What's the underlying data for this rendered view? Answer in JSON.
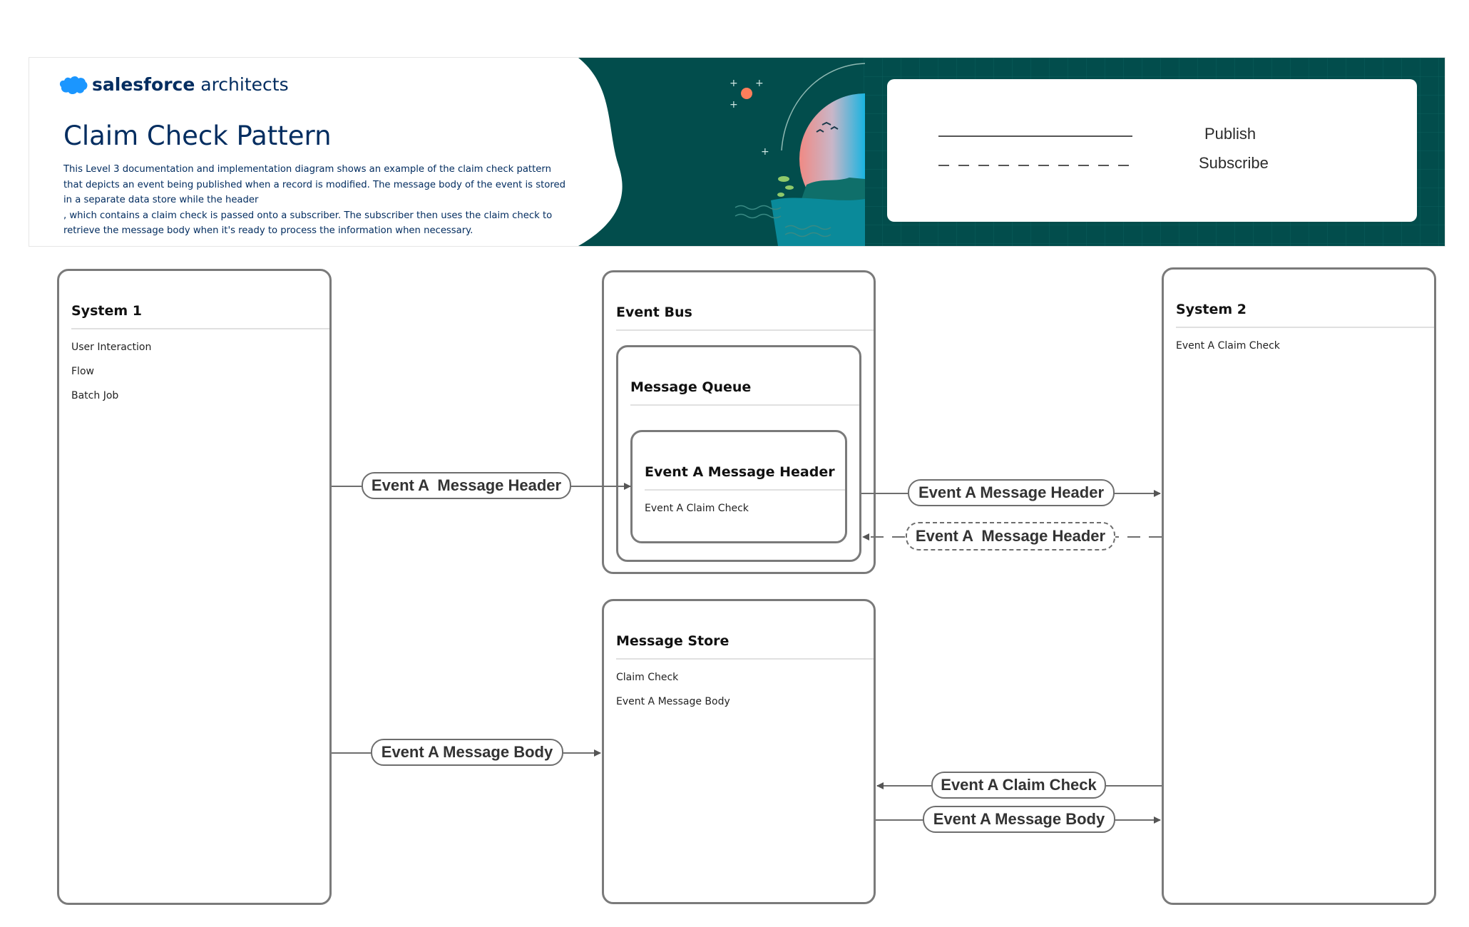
{
  "header": {
    "logo_brand": "salesforce",
    "logo_suffix": " architects",
    "title": "Claim Check Pattern",
    "description_lines": [
      "This Level 3 documentation and implementation diagram  shows an example of the claim check pattern",
      "that depicts an event being published when a record is modified.  The message body of the event is stored",
      "in a separate data store while the header",
      ", which contains a claim check is passed onto a subscriber.  The subscriber then uses the claim check to",
      "retrieve the message body when it's ready to process the information when necessary."
    ]
  },
  "legend": {
    "publish_label": "Publish",
    "subscribe_label": "Subscribe"
  },
  "system1": {
    "title": "System 1",
    "items": [
      "User Interaction",
      "Flow",
      "Batch Job"
    ]
  },
  "event_bus": {
    "title": "Event Bus",
    "message_queue": {
      "title": "Message Queue",
      "event": {
        "title": "Event A Message Header",
        "item": "Event A Claim Check"
      }
    }
  },
  "message_store": {
    "title": "Message Store",
    "items": [
      "Claim Check",
      "Event A Message Body"
    ]
  },
  "system2": {
    "title": "System 2",
    "items": [
      "Event A Claim Check"
    ]
  },
  "connectors": {
    "s1_to_queue": "Event A  Message Header",
    "queue_to_s2": "Event A Message Header",
    "s2_subscribe_queue": "Event A  Message Header",
    "s1_to_store": "Event A Message Body",
    "s2_claim_to_store": "Event A Claim Check",
    "store_body_to_s2": "Event A Message Body"
  },
  "colors": {
    "header_teal": "#024d4c",
    "brand_navy": "#032d60",
    "cloud_blue": "#1b96ff",
    "border_gray": "#7a7a7a",
    "sun_orange": "#fe7e5b"
  }
}
